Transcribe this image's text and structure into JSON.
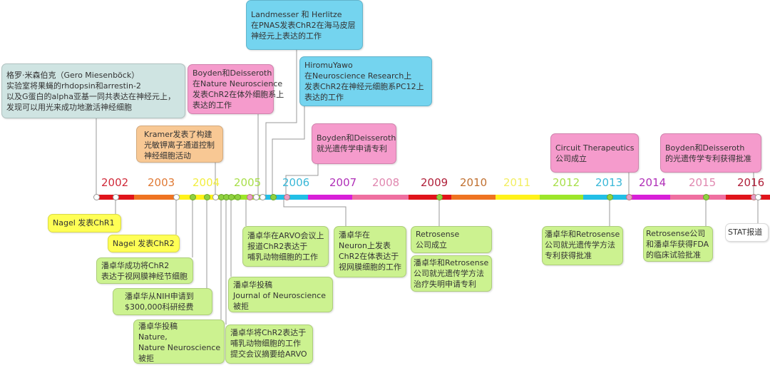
{
  "timeline": {
    "years": [
      {
        "label": "2002",
        "color": "#e0141b"
      },
      {
        "label": "2003",
        "color": "#ef7321"
      },
      {
        "label": "2004",
        "color": "#fff21a"
      },
      {
        "label": "2005",
        "color": "#9de62a"
      },
      {
        "label": "2006",
        "color": "#22bfe6"
      },
      {
        "label": "2007",
        "color": "#d81fd8"
      },
      {
        "label": "2008",
        "color": "#ef6fa0"
      },
      {
        "label": "2009",
        "color": "#e0141b"
      },
      {
        "label": "2010",
        "color": "#ef7321"
      },
      {
        "label": "2011",
        "color": "#fff21a"
      },
      {
        "label": "2012",
        "color": "#9de62a"
      },
      {
        "label": "2013",
        "color": "#22bfe6"
      },
      {
        "label": "2014",
        "color": "#d81fd8"
      },
      {
        "label": "2015",
        "color": "#ef6fa0"
      },
      {
        "label": "2016",
        "color": "#e0141b"
      }
    ]
  },
  "events": {
    "miesenbock": [
      "格罗·米森伯克（Gero Miesenböck）",
      "实验室将果蝇的rhdopsin和arrestin-2",
      "以及G蛋白的alpha亚基一同共表达在神经元上，",
      "发现可以用光来成功地激活神经细胞"
    ],
    "boyden_nature": [
      "Boyden和Deisseroth",
      "在Nature Neuroscience",
      "发表ChR2在体外细胞系上",
      "表达的工作"
    ],
    "kramer": [
      "Kramer发表了构建",
      "光敏钾离子通道控制",
      "神经细胞活动"
    ],
    "landmesser": [
      "Landmesser 和 Herlitze",
      "在PNAS发表ChR2在海马皮层",
      "神经元上表达的工作"
    ],
    "hiromu": [
      "HiromuYawo",
      "在Neuroscience Research上",
      "发表ChR2在神经元细胞系PC12上",
      "表达的工作"
    ],
    "boyden_patent": [
      "Boyden和Deisseroth",
      "就光遗传学申请专利"
    ],
    "circuit": [
      "Circuit Therapeutics",
      "公司成立"
    ],
    "boyden_granted": [
      "Boyden和Deisseroth",
      "的光遗传学专利获得批准"
    ],
    "nagel1": [
      "Nagel 发表ChR1"
    ],
    "nagel2": [
      "Nagel 发表ChR2"
    ],
    "pan_retina": [
      "潘卓华成功将ChR2",
      "表达于视网膜神经节细胞"
    ],
    "pan_nih": [
      "潘卓华从NIH申请到",
      "$300,000科研经费"
    ],
    "pan_nature": [
      "潘卓华投稿",
      "Nature,",
      "Nature Neuroscience",
      "被拒"
    ],
    "pan_arvo_report": [
      "潘卓华在ARVO会议上",
      "报道ChR2表达于",
      "哺乳动物细胞的工作"
    ],
    "pan_jn": [
      "潘卓华投稿",
      "Journal of Neuroscience",
      "被拒"
    ],
    "pan_arvo_submit": [
      "潘卓华将ChR2表达于",
      "哺乳动物细胞的工作",
      "提交会议摘要给ARVO"
    ],
    "pan_neuron": [
      "潘卓华在",
      "Neuron上发表",
      "ChR2在体表达于",
      "视网膜细胞的工作"
    ],
    "retrosense_found": [
      "Retrosense",
      "公司成立"
    ],
    "retrosense_apply": [
      "潘卓华和Retrosense",
      "公司就光遗传学方法",
      "治疗失明申请专利"
    ],
    "retrosense_granted": [
      "潘卓华和Retrosense",
      "公司就光遗传学方法",
      "专利获得批准"
    ],
    "fda": [
      "Retrosense公司",
      "和潘卓华获得FDA",
      "的临床试验批准"
    ],
    "stat": [
      "STAT报道"
    ]
  }
}
